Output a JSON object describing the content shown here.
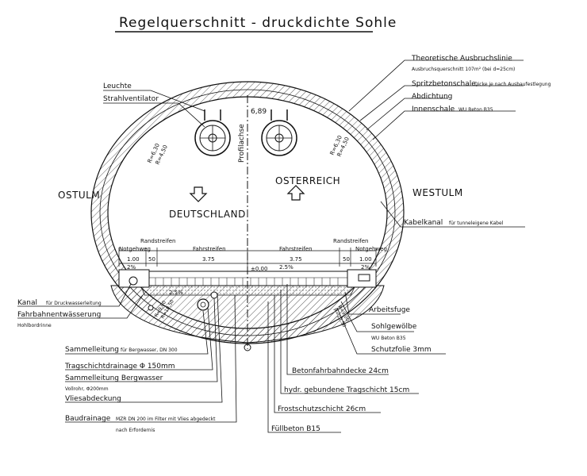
{
  "title": "Regelquerschnitt - druckdichte Sohle",
  "sides": {
    "left": "OSTULM",
    "right": "WESTULM"
  },
  "directions": {
    "left": "DEUTSCHLAND",
    "right": "OSTERREICH"
  },
  "axis": {
    "label": "Profilachse",
    "height": "6,89",
    "zero": "±0,00"
  },
  "radii": {
    "left_outer": "R=6,30",
    "left_inner": "R=4,50",
    "right_outer": "R=6,30",
    "right_inner": "R=4,50",
    "bottom_left_outer": "R=9,00",
    "bottom_left_inner": "R=10,50",
    "bottom_right_outer": "R=9,00",
    "bottom_right_inner": "R=10,50"
  },
  "road": {
    "notgehweg": "Notgehweg",
    "randstreifen": "Randstreifen",
    "fahrstreifen": "Fahrstreifen",
    "w_notgehweg": "1.00",
    "w_rand": "50",
    "w_fahr": "3.75",
    "slope_left": "2%",
    "slope_right": "2%",
    "slope_road": "2.5%",
    "slope_drain": "2.5%"
  },
  "labels": {
    "theoretische": "Theoretische Ausbruchslinie",
    "ausbruchsquerschnitt": "Ausbruchsquerschnitt 107m² (bei d=25cm)",
    "spritzbeton": "Spritzbetonschale,",
    "spritzbeton_note": "Dicke je nach Ausbaufestlegung",
    "abdichtung": "Abdichtung",
    "innenschale": "Innenschale",
    "innenschale_note": "WU Beton B35",
    "leuchte": "Leuchte",
    "strahlventilator": "Strahlventilator",
    "kabelkanal": "Kabelkanal",
    "kabelkanal_note": "für tunneleigene Kabel",
    "arbeitsfuge": "Arbeitsfuge",
    "sohlgewoelbe": "Sohlgewölbe",
    "sohlgewoelbe_note": "WU Beton B35",
    "schutzfolie": "Schutzfolie 3mm",
    "kanal": "Kanal",
    "kanal_note": "für Druckwasserleitung",
    "fahrbahnentw": "Fahrbahnentwässerung",
    "hohlbordrinne": "Hohlbordrinne",
    "sammelleitung1": "Sammelleitung",
    "sammelleitung1_note": "für Bergwasser, DN 300",
    "tragschichtdrainage": "Tragschichtdrainage Φ 150mm",
    "sammelleitung2": "Sammelleitung Bergwasser",
    "vollrohr": "Vollrohr, Φ200mm",
    "vliesabdeckung": "Vliesabdeckung",
    "baudrainage": "Baudrainage",
    "baudrainage_note": "MZR DN 200 im Filter mit Vlies abgedeckt",
    "nach_erfordernis": "nach Erfordernis",
    "betonfahrbahn": "Betonfahrbahndecke 24cm",
    "hydr": "hydr. gebundene Tragschicht 15cm",
    "frostschutz": "Frostschutzschicht 26cm",
    "fuellbeton": "Füllbeton B15"
  }
}
